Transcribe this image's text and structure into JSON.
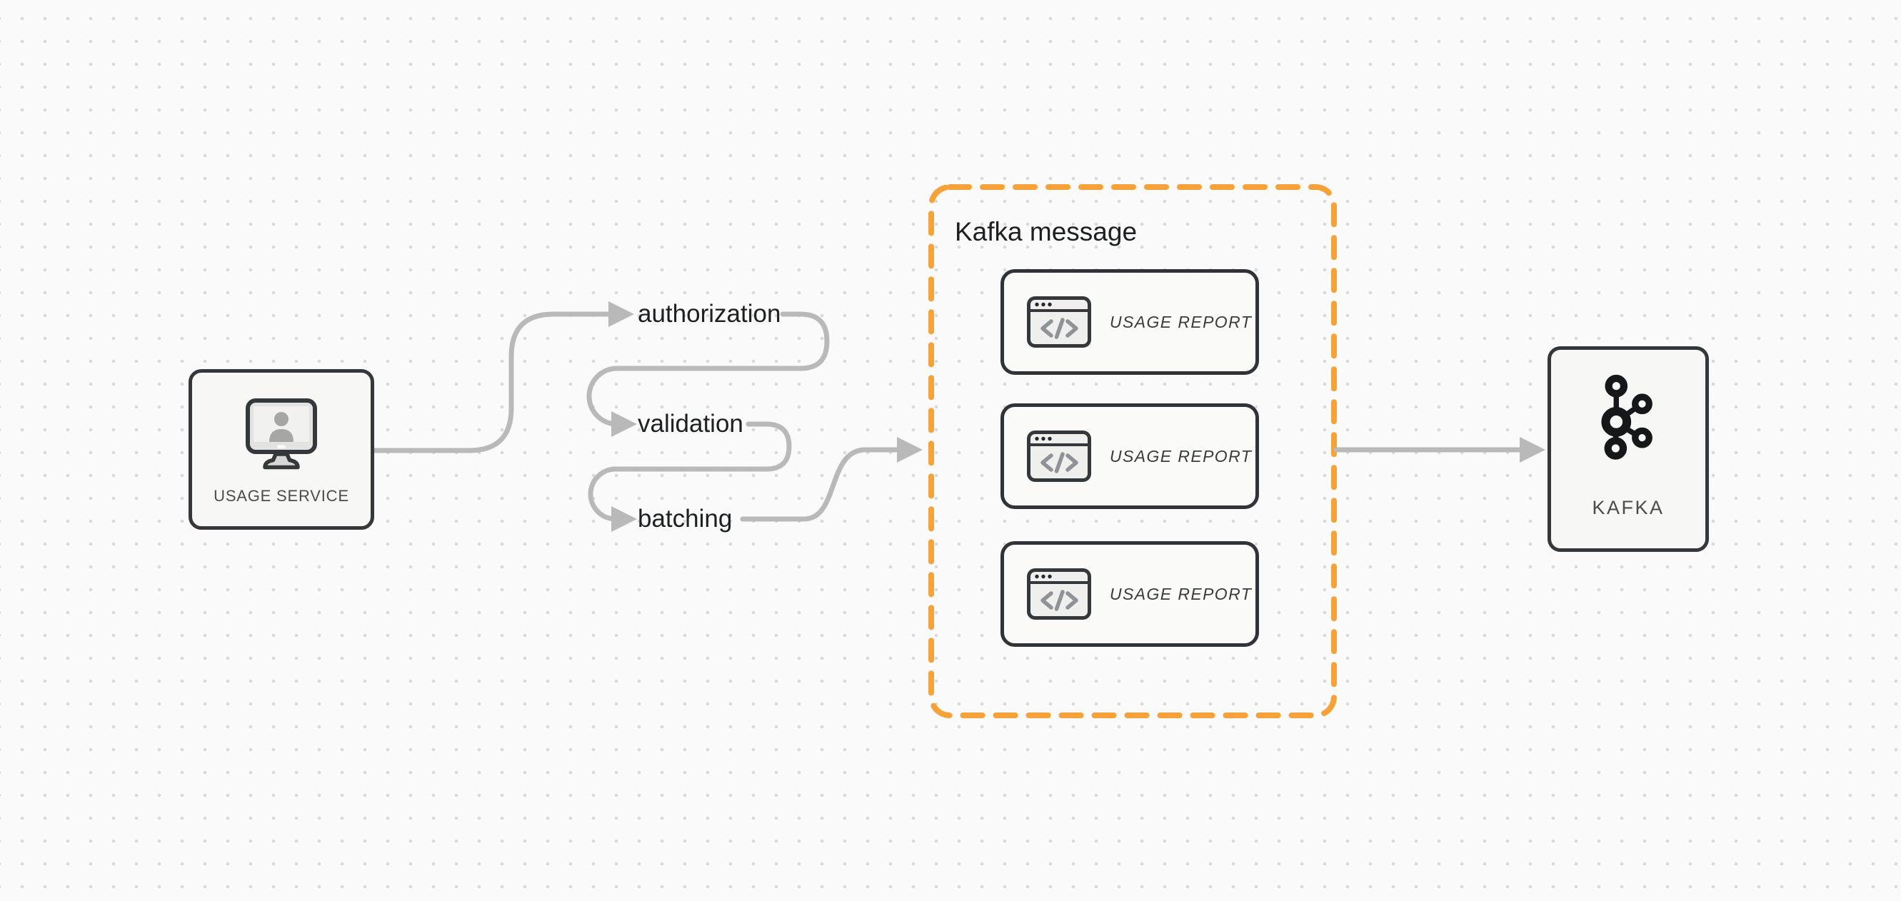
{
  "diagram": {
    "title_hint": "usage reporting pipeline to kafka",
    "colors": {
      "background": "#fafafa",
      "grid_dot": "#d9d9d9",
      "connector_gray": "#b9b9b9",
      "border_dark": "#35383b",
      "node_fill": "#f7f7f5",
      "accent_orange": "#f7a239",
      "label_dark": "#1d1f21",
      "text_secondary": "#4a4c4e"
    },
    "source_node": {
      "label": "USAGE SERVICE",
      "icon": "user-monitor-icon"
    },
    "flow_steps": [
      {
        "label": "authorization"
      },
      {
        "label": "validation"
      },
      {
        "label": "batching"
      }
    ],
    "kafka_message_group": {
      "title": "Kafka message",
      "cards": [
        {
          "label": "USAGE REPORT",
          "icon": "code-window-icon"
        },
        {
          "label": "USAGE REPORT",
          "icon": "code-window-icon"
        },
        {
          "label": "USAGE REPORT",
          "icon": "code-window-icon"
        }
      ]
    },
    "sink_node": {
      "label": "KAFKA",
      "icon": "kafka-logo-icon"
    }
  }
}
